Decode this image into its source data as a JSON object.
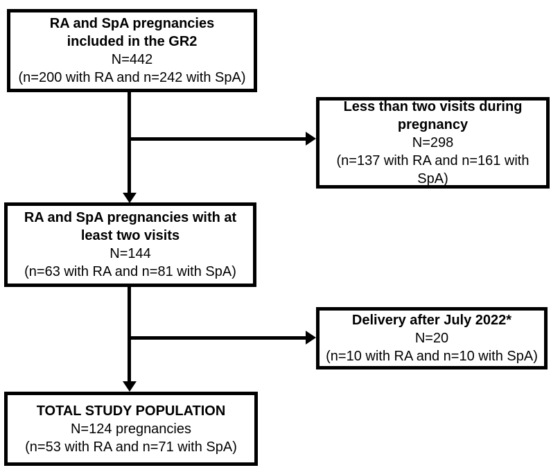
{
  "diagram": {
    "type": "flowchart",
    "background_color": "#ffffff",
    "box_border_color": "#000000",
    "box_fill_color": "#ffffff",
    "text_color": "#000000",
    "arrow_color": "#000000",
    "boxes": [
      {
        "id": "gr2-pregnancies",
        "title": "RA and SpA pregnancies\nincluded in the GR2",
        "body": "N=442\n(n=200 with RA and n=242 with SpA)"
      },
      {
        "id": "less-than-two-visits",
        "title": "Less than two visits during\npregnancy",
        "body": "N=298\n(n=137 with RA and n=161 with\nSpA)"
      },
      {
        "id": "at-least-two-visits",
        "title": "RA and SpA pregnancies with at\nleast two visits",
        "body": "N=144\n(n=63 with RA and n=81 with SpA)"
      },
      {
        "id": "delivery-after-july-2022",
        "title": "Delivery after July 2022*",
        "body": "N=20\n(n=10 with RA and n=10 with SpA)"
      },
      {
        "id": "total-study-population",
        "title": "TOTAL STUDY POPULATION",
        "body": "N=124 pregnancies\n(n=53 with RA and n=71 with SpA)"
      }
    ],
    "connectors": [
      {
        "from": "gr2-pregnancies",
        "to": "at-least-two-visits",
        "type": "arrow-down"
      },
      {
        "from": "gr2-pregnancies",
        "to": "less-than-two-visits",
        "type": "arrow-right-branch"
      },
      {
        "from": "at-least-two-visits",
        "to": "total-study-population",
        "type": "arrow-down"
      },
      {
        "from": "at-least-two-visits",
        "to": "delivery-after-july-2022",
        "type": "arrow-right-branch"
      }
    ]
  }
}
